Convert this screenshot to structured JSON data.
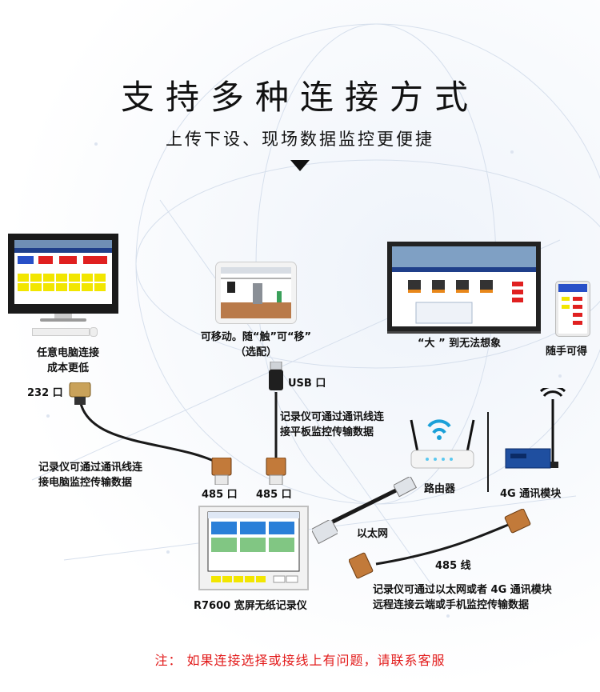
{
  "header": {
    "title": "支持多种连接方式",
    "subtitle": "上传下设、现场数据监控更便捷"
  },
  "pc": {
    "caption_line1": "任意电脑连接",
    "caption_line2": "成本更低",
    "port": "232 口",
    "desc_line1": "记录仪可通过通讯线连",
    "desc_line2": "接电脑监控传输数据"
  },
  "tablet": {
    "caption_line1": "可移动。随“触”可“移”",
    "caption_line2": "（选配）",
    "usb": "USB 口",
    "desc_line1": "记录仪可通过通讯线连",
    "desc_line2": "接平板监控传输数据"
  },
  "bigscreen": {
    "caption": "“大 ” 到无法想象"
  },
  "phone": {
    "caption": "随手可得"
  },
  "ports": {
    "left485": "485 口",
    "right485": "485 口"
  },
  "router": {
    "caption": "路由器"
  },
  "module4g": {
    "caption": "4G 通讯模块"
  },
  "ethernet": {
    "caption": "以太网"
  },
  "rs485line": {
    "caption": "485 线"
  },
  "remote": {
    "desc_line1": "记录仪可通过以太网或者 4G 通讯模块",
    "desc_line2": "远程连接云端或手机监控传输数据"
  },
  "recorder": {
    "caption": "R7600 宽屏无纸记录仪"
  },
  "footer": {
    "note": "注：  如果连接选择或接线上有问题，请联系客服"
  },
  "colors": {
    "accent_red": "#e21a1a",
    "cable": "#1a1a1a",
    "connector_copper": "#c27a3a"
  }
}
